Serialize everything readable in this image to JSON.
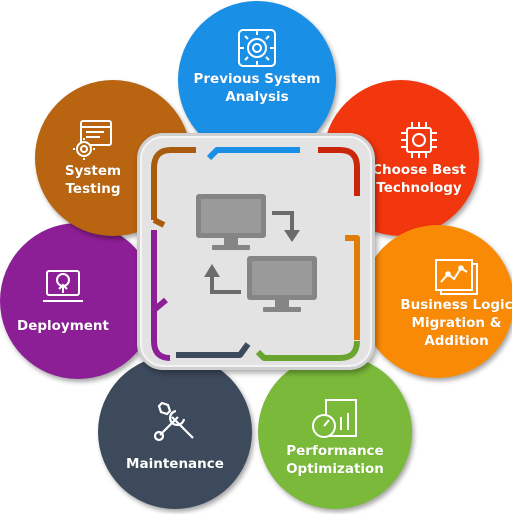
{
  "stages": [
    {
      "id": "previous-system-analysis",
      "label": "Previous System\nAnalysis",
      "color": "#1a8fe6",
      "icon": "gear-circuit-icon"
    },
    {
      "id": "choose-best-technology",
      "label": "Choose Best\nTechnology",
      "color": "#f2360d",
      "icon": "chip-icon"
    },
    {
      "id": "business-logic",
      "label": "Business Logic\nMigration &\nAddition",
      "color": "#f98a06",
      "icon": "line-chart-board-icon"
    },
    {
      "id": "performance-optimization",
      "label": "Performance\nOptimization",
      "color": "#7ab93a",
      "icon": "speedometer-chart-icon"
    },
    {
      "id": "maintenance",
      "label": "Maintenance",
      "color": "#3d4a5c",
      "icon": "wrench-screwdriver-icon"
    },
    {
      "id": "deployment",
      "label": "Deployment",
      "color": "#8d1f96",
      "icon": "laptop-globe-upload-icon"
    },
    {
      "id": "system-testing",
      "label": "System\nTesting",
      "color": "#b86410",
      "icon": "browser-gear-icon"
    }
  ],
  "center": {
    "icon": "computer-migration-icon",
    "box_color": "#e3e3e3",
    "monitor_color": "#858585",
    "arrow_color": "#6b6b6b"
  }
}
